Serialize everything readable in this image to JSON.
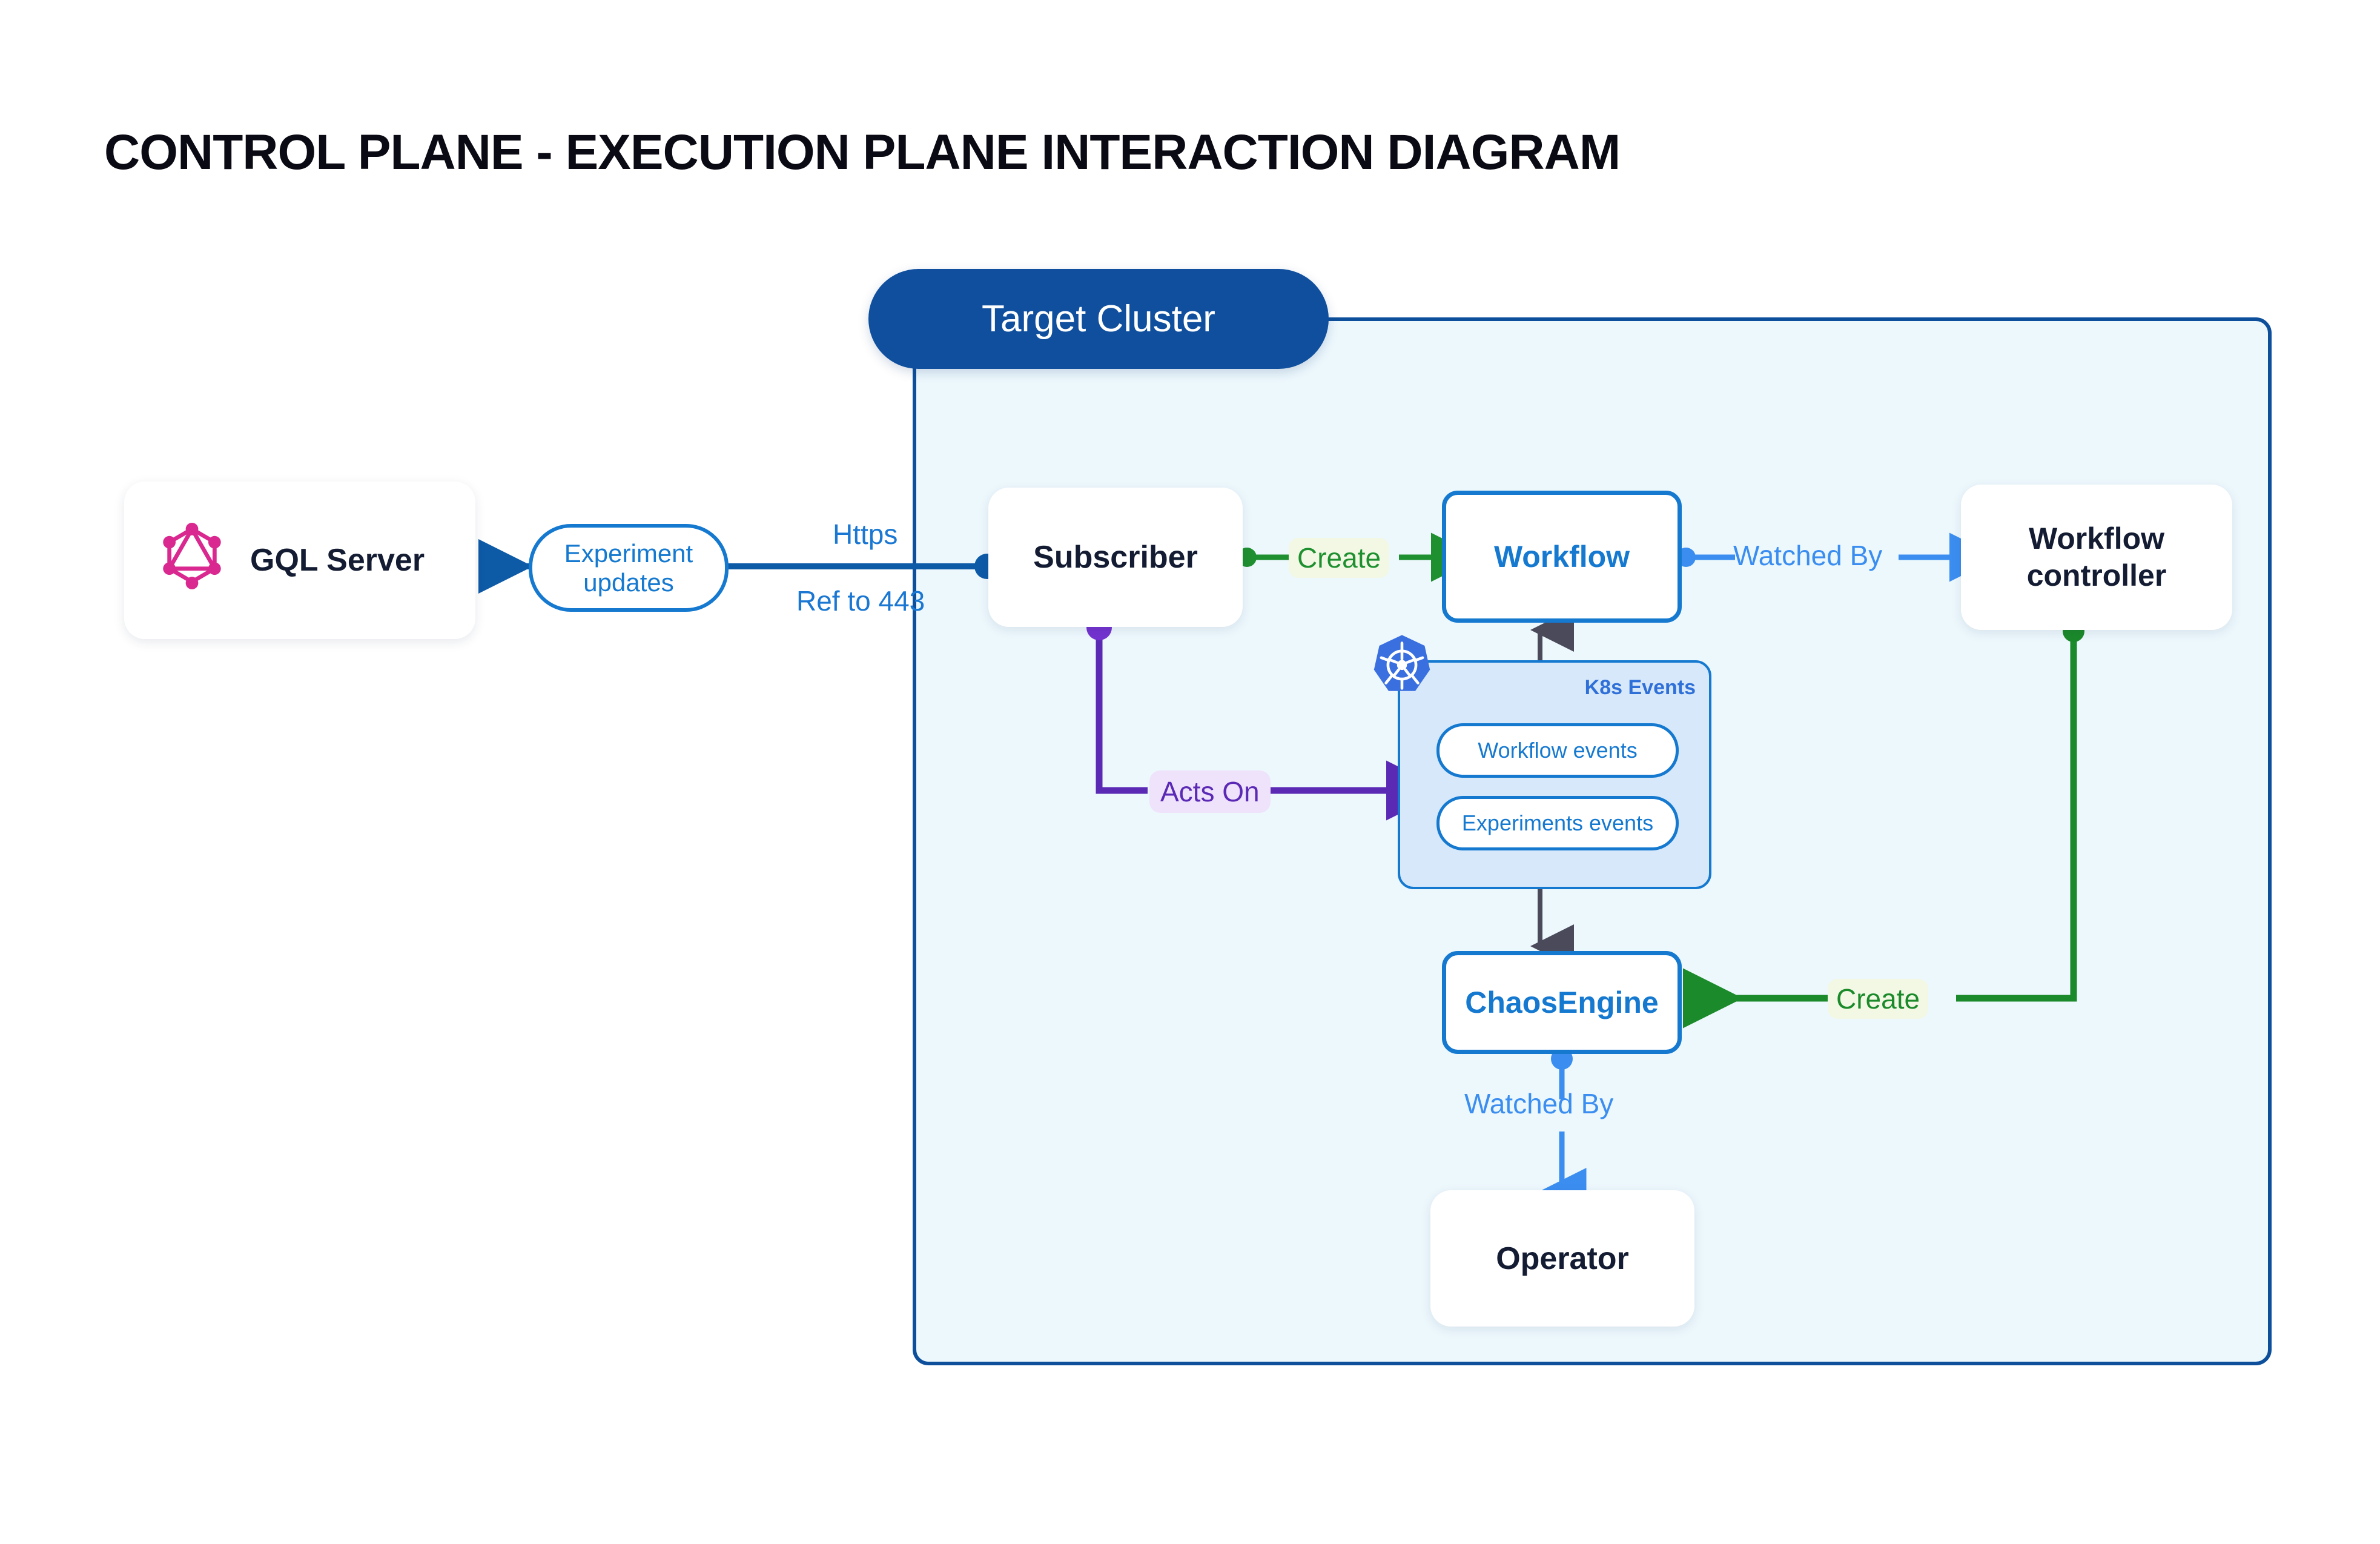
{
  "page": {
    "title": "CONTROL PLANE - EXECUTION PLANE INTERACTION DIAGRAM"
  },
  "cluster": {
    "label": "Target Cluster"
  },
  "nodes": {
    "gql": {
      "label": "GQL Server",
      "icon": "graphql-icon"
    },
    "subscriber": {
      "label": "Subscriber"
    },
    "workflow": {
      "label": "Workflow"
    },
    "workflow_controller": {
      "line1": "Workflow",
      "line2": "controller"
    },
    "chaosengine": {
      "label": "ChaosEngine"
    },
    "operator": {
      "label": "Operator"
    }
  },
  "k8s_events": {
    "title": "K8s Events",
    "icon": "kubernetes-icon",
    "items": [
      {
        "label": "Workflow events"
      },
      {
        "label": "Experiments events"
      }
    ]
  },
  "edges": {
    "experiment_updates": {
      "line1": "Experiment",
      "line2": "updates"
    },
    "https": "Https",
    "ref_to_443": "Ref to 443",
    "create_workflow": "Create",
    "watched_by_controller": "Watched By",
    "acts_on": "Acts On",
    "create_chaosengine": "Create",
    "watched_by_operator": "Watched By"
  },
  "colors": {
    "cluster_border": "#0d4f9b",
    "cluster_fill": "#edf8fd",
    "cluster_pill": "#0f4f9e",
    "blue_node": "#1579d0",
    "light_blue": "#3b8ef0",
    "green": "#1f9030",
    "purple": "#5b2ab5",
    "gray_wire": "#4a4a5a",
    "graphql_magenta": "#d9288f",
    "k8s_blue": "#3a6fe0",
    "text_navy": "#131c32"
  }
}
